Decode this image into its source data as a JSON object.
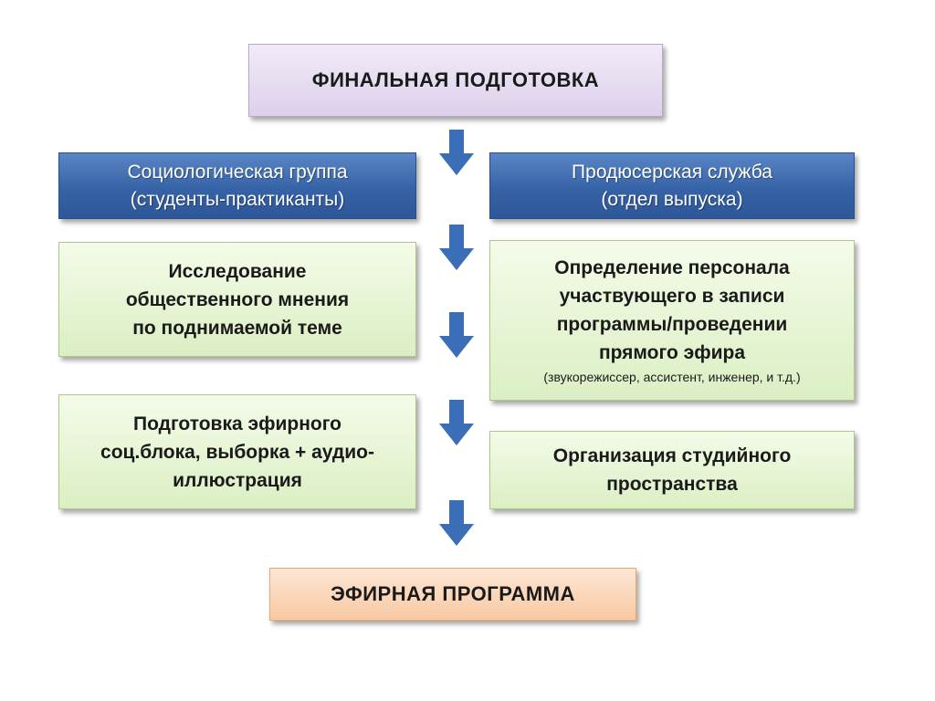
{
  "top": {
    "title": "ФИНАЛЬНАЯ ПОДГОТОВКА"
  },
  "left_header": {
    "line1": "Социологическая группа",
    "line2": "(студенты-практиканты)"
  },
  "right_header": {
    "line1": "Продюсерская служба",
    "line2": "(отдел выпуска)"
  },
  "left_steps": [
    {
      "lines": [
        "Исследование",
        "общественного мнения",
        "по поднимаемой теме"
      ]
    },
    {
      "lines": [
        "Подготовка эфирного",
        "соц.блока, выборка + аудио-",
        "иллюстрация"
      ]
    }
  ],
  "right_steps": [
    {
      "lines": [
        "Определение персонала",
        "участвующего в записи",
        "программы/проведении",
        "прямого эфира"
      ],
      "note": "(звукорежиссер, ассистент,  инженер, и т.д.)"
    },
    {
      "lines": [
        "Организация студийного",
        "пространства"
      ]
    }
  ],
  "bottom": {
    "title": "ЭФИРНАЯ ПРОГРАММА"
  },
  "colors": {
    "arrow": "#3a6fb8",
    "header_blue": "#3663a6",
    "step_green": "#dbefc3",
    "top_purple": "#ddd0ea",
    "bottom_orange": "#f8c9a3"
  }
}
